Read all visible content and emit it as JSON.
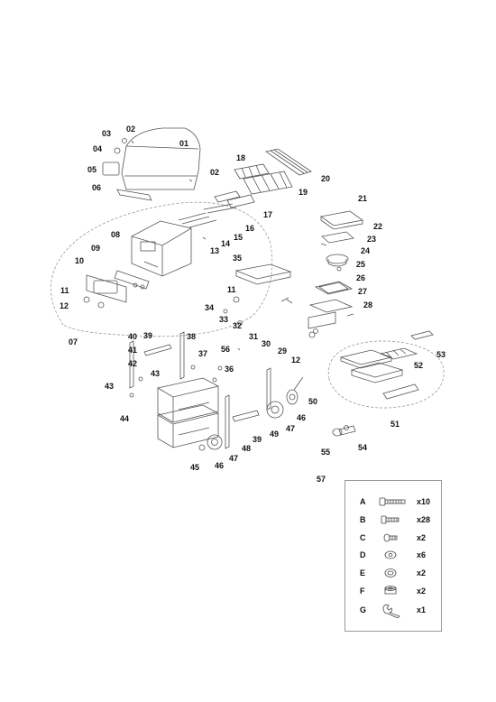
{
  "parts": [
    "01",
    "02",
    "02",
    "03",
    "04",
    "05",
    "06",
    "07",
    "08",
    "09",
    "10",
    "11",
    "11",
    "12",
    "12",
    "13",
    "14",
    "15",
    "16",
    "17",
    "18",
    "19",
    "20",
    "21",
    "22",
    "23",
    "24",
    "25",
    "26",
    "27",
    "28",
    "29",
    "30",
    "31",
    "32",
    "33",
    "34",
    "35",
    "36",
    "37",
    "38",
    "39",
    "39",
    "40",
    "41",
    "42",
    "43",
    "43",
    "44",
    "45",
    "46",
    "46",
    "47",
    "47",
    "48",
    "49",
    "50",
    "51",
    "52",
    "53",
    "54",
    "55",
    "56",
    "57"
  ],
  "hardware_kit": {
    "label": "57",
    "items": [
      {
        "letter": "A",
        "icon": "bolt-long-icon",
        "qty": "x10"
      },
      {
        "letter": "B",
        "icon": "screw-short-icon",
        "qty": "x28"
      },
      {
        "letter": "C",
        "icon": "screw-small-icon",
        "qty": "x2"
      },
      {
        "letter": "D",
        "icon": "washer-icon",
        "qty": "x6"
      },
      {
        "letter": "E",
        "icon": "nut-icon",
        "qty": "x2"
      },
      {
        "letter": "F",
        "icon": "lock-nut-icon",
        "qty": "x2"
      },
      {
        "letter": "G",
        "icon": "wrench-icon",
        "qty": "x1"
      }
    ]
  }
}
